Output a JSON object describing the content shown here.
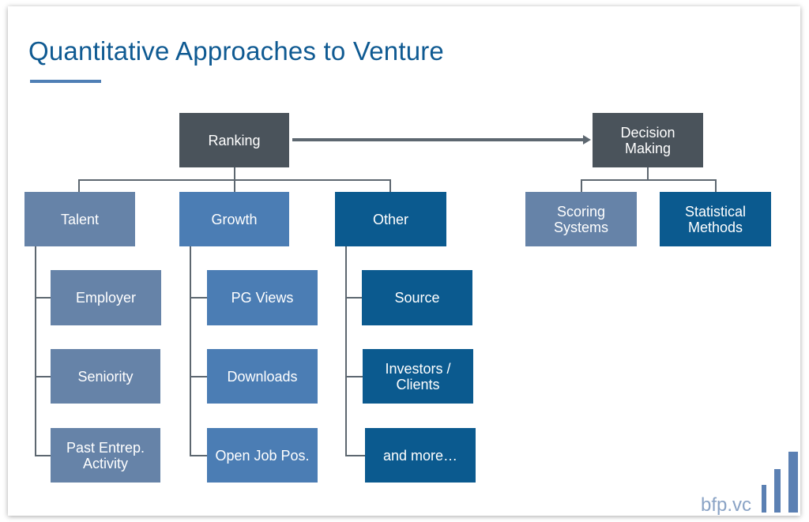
{
  "title": "Quantitative Approaches to Venture",
  "nodes": {
    "ranking": "Ranking",
    "decision": "Decision\nMaking",
    "talent": "Talent",
    "growth": "Growth",
    "other": "Other",
    "scoring": "Scoring\nSystems",
    "statistical": "Statistical\nMethods",
    "employer": "Employer",
    "seniority": "Seniority",
    "past": "Past Entrep.\nActivity",
    "pgviews": "PG Views",
    "downloads": "Downloads",
    "openjob": "Open Job Pos.",
    "source": "Source",
    "investors": "Investors /\nClients",
    "more": "and more…"
  },
  "logo": {
    "text": "bfp.vc"
  },
  "colors": {
    "dark": "#4a535b",
    "gray": "#6683a8",
    "blue": "#4b7db4",
    "navy": "#0b5a8f",
    "title": "#0f5a92"
  }
}
